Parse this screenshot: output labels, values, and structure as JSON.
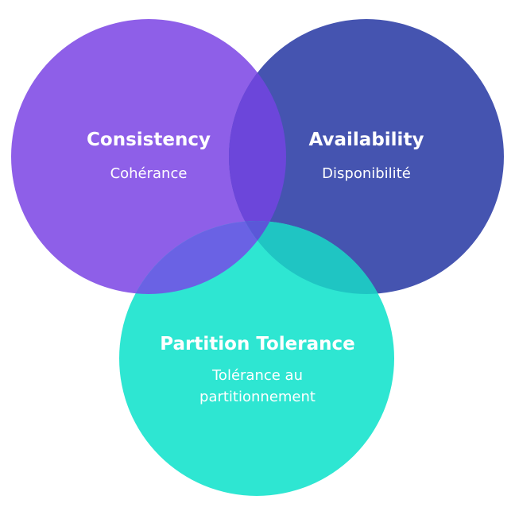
{
  "circles": [
    {
      "key": "consistency",
      "title": "Consistency",
      "subtitle_lines": [
        "Cohérance"
      ],
      "color": "#8E5FE8"
    },
    {
      "key": "availability",
      "title": "Availability",
      "subtitle_lines": [
        "Disponibilité"
      ],
      "color": "#4554B0"
    },
    {
      "key": "partition",
      "title": "Partition Tolerance",
      "subtitle_lines": [
        "Tolérance au",
        "partitionnement"
      ],
      "color": "#2EE6D2"
    }
  ],
  "overlaps": {
    "consistency_availability": "#6C46DA",
    "consistency_partition": "#6A62E4",
    "availability_partition": "#1FC5C3",
    "all_three": "#5B57D8"
  }
}
